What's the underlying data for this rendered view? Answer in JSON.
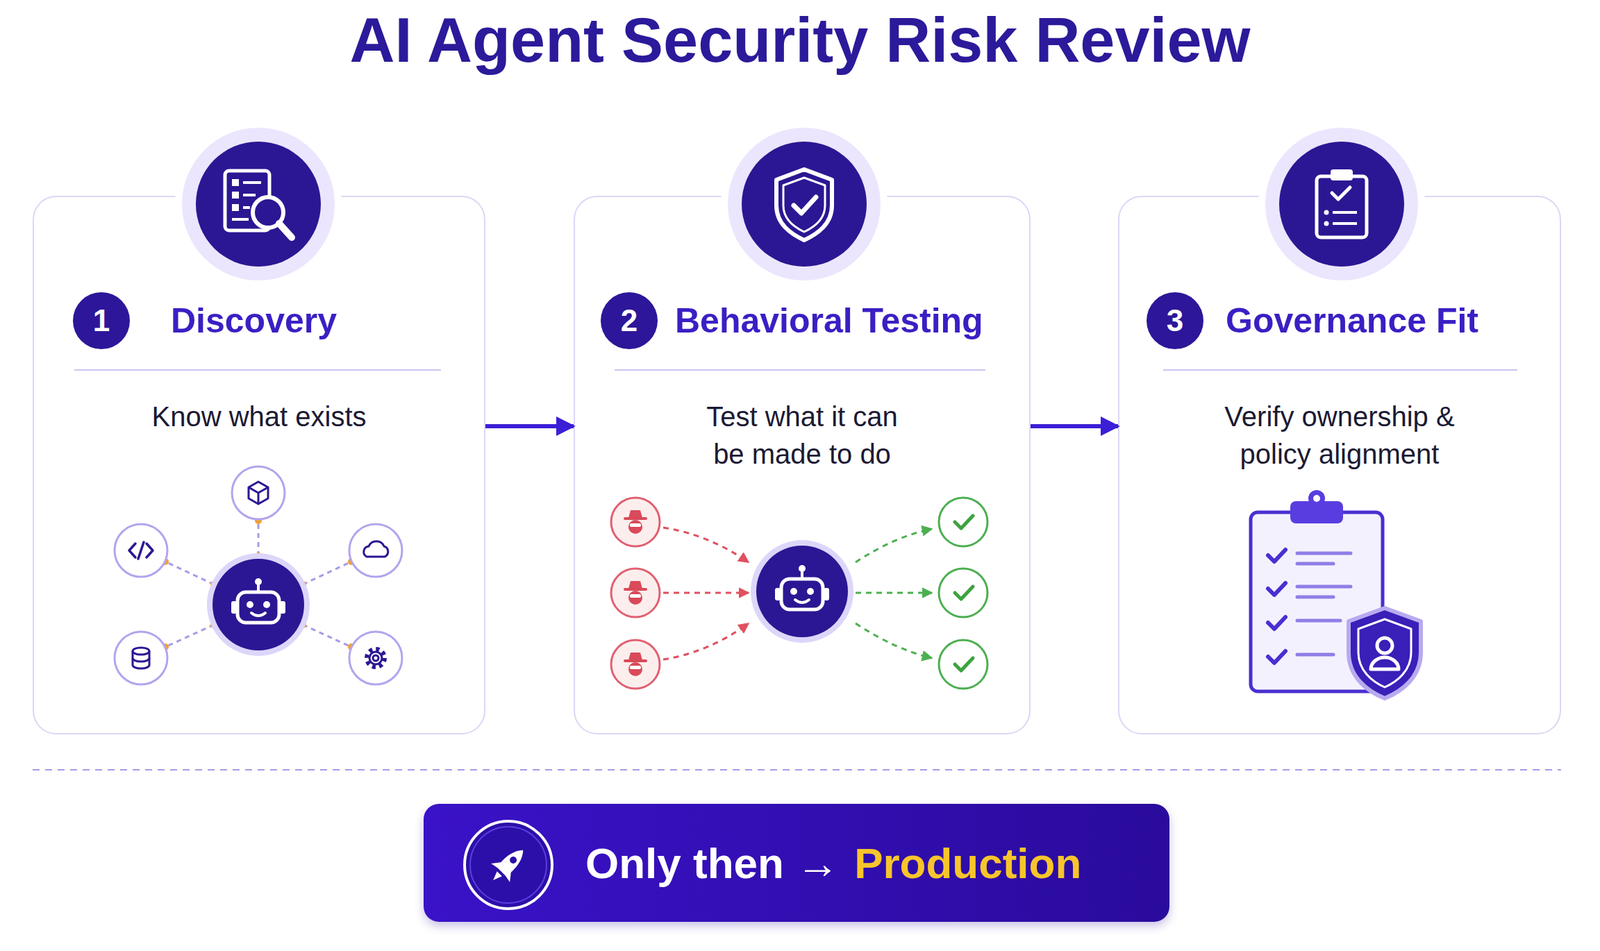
{
  "diagram": {
    "title": "AI Agent Security Risk Review",
    "nodes": [
      {
        "text": [
          "Discovery",
          "Know what exists"
        ]
      },
      {
        "text": [
          "1"
        ],
        "in": 0
      },
      {
        "text": [
          "Behavioral Testing",
          "Test what it can be made to do"
        ]
      },
      {
        "text": [
          "2"
        ],
        "in": 2
      },
      {
        "text": [
          "Governance Fit",
          "Verify ownership & policy alignment"
        ]
      },
      {
        "text": [
          "3"
        ],
        "in": 4
      },
      {
        "text": [
          "Only then →",
          "Production"
        ]
      }
    ],
    "edges": [
      {
        "from": 0,
        "to": 2,
        "arrow": "to"
      },
      {
        "from": 2,
        "to": 4,
        "arrow": "to"
      }
    ]
  }
}
